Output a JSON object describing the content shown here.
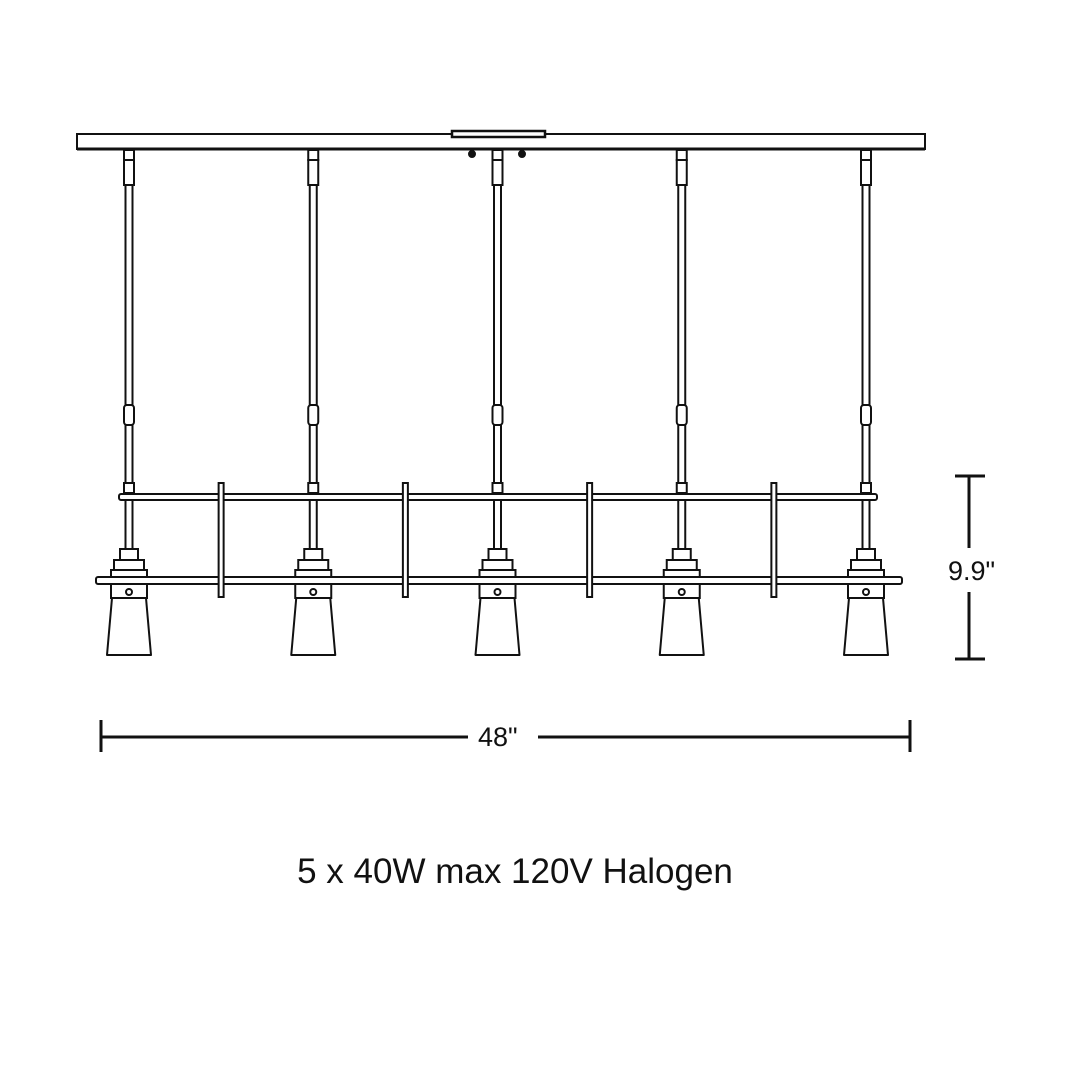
{
  "drawing": {
    "pendant_count": 5,
    "width_dimension": "48\"",
    "height_dimension": "9.9\"",
    "caption": "5 x 40W max 120V Halogen",
    "line_color": "#111111"
  }
}
